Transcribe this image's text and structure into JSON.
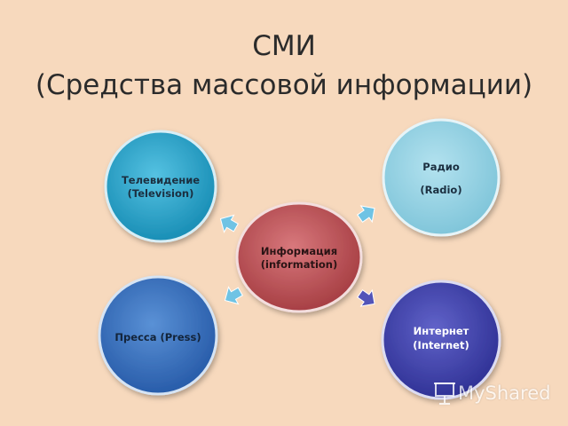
{
  "title": {
    "line1": "СМИ",
    "line2": "(Средства массовой информации)"
  },
  "center": {
    "line1": "Информация",
    "line2": "(information)"
  },
  "nodes": {
    "television": {
      "line1": "Телевидение",
      "line2": "(Television)"
    },
    "radio": {
      "line1": "Радио",
      "line2": "(Radio)"
    },
    "press": {
      "line1": "Пресса (Press)"
    },
    "internet": {
      "line1": "Интернет",
      "line2": "(Internet)"
    }
  },
  "colors": {
    "background": "#f7d9bd",
    "center_fill": "#b7454a",
    "television_fill": "#21a1c8",
    "radio_fill": "#8ed0e2",
    "press_fill": "#2f6fc1",
    "internet_fill": "#3b3daa",
    "arrow_fill": "#6fc3e4",
    "arrow_internet_fill": "#5254b8"
  },
  "watermark": {
    "text": "MyShared",
    "icon": "presentation-board-icon"
  }
}
